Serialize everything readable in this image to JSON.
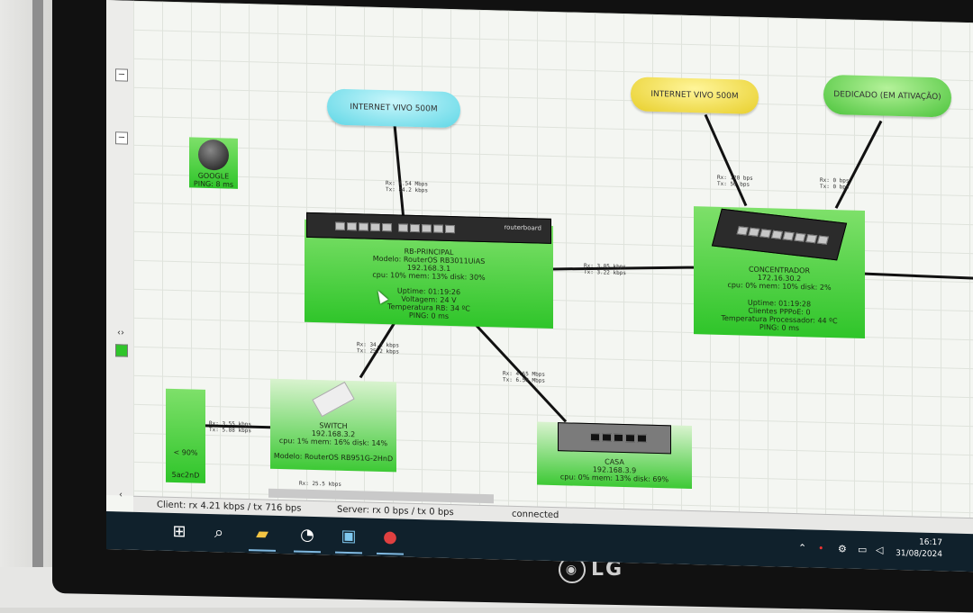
{
  "brand": {
    "logo": "LG"
  },
  "map": {
    "clouds": [
      {
        "id": "vivo1",
        "label": "INTERNET VIVO 500M",
        "color": "cyan"
      },
      {
        "id": "vivo2",
        "label": "INTERNET VIVO 500M",
        "color": "yellow"
      },
      {
        "id": "dedicado",
        "label": "DEDICADO (EM ATIVAÇÃO)",
        "color": "green"
      }
    ],
    "google": {
      "name": "GOOGLE",
      "ping": "PING: 8 ms"
    },
    "rb_principal": {
      "name": "RB-PRINCIPAL",
      "model": "Modelo: RouterOS RB3011UiAS",
      "ip": "192.168.3.1",
      "usage": "cpu: 10% mem: 13% disk: 30%",
      "uptime": "Uptime: 01:19:26",
      "voltage": "Voltagem: 24 V",
      "temp": "Temperatura RB: 34 ºC",
      "ping": "PING: 0 ms",
      "device_label": "routerboard"
    },
    "concentrador": {
      "name": "CONCENTRADOR",
      "ip": "172.16.30.2",
      "usage": "cpu: 0% mem: 10% disk: 2%",
      "uptime": "Uptime: 01:19:28",
      "clients": "Clientes PPPoE: 0",
      "temp": "Temperatura Processador: 44 ºC",
      "ping": "PING: 0 ms"
    },
    "switch": {
      "name": "SWITCH",
      "ip": "192.168.3.2",
      "usage": "cpu: 1% mem: 16% disk: 14%",
      "model": "Modelo: RouterOS RB951G-2HnD"
    },
    "casa": {
      "name": "CASA",
      "ip": "192.168.3.9",
      "usage": "cpu: 0% mem: 13% disk: 69%"
    },
    "partial_node": {
      "line1": "< 90%",
      "line2": "5ac2nD"
    },
    "link_stats": {
      "vivo1": "Rx: 4.54 Mbps\nTx: 84.2 kbps",
      "vivo2": "Rx: 120 bps\nTx: 50 bps",
      "dedicado": "Rx: 0 bps\nTx: 0 bps",
      "rb_conc": "Rx: 3.05 kbps\nTx: 3.22 kbps",
      "rb_switch": "Rx: 34.1 kbps\nTx: 25.2 kbps",
      "rb_casa": "Rx: 4.55 Mbps\nTx: 6.58 Mbps",
      "switch_left": "Rx: 3.55 kbps\nTx: 5.88 kbps",
      "switch_bottom": "Rx: 25.5 kbps"
    }
  },
  "statusbar": {
    "client": "Client: rx 4.21 kbps / tx 716 bps",
    "server": "Server: rx 0 bps / tx 0 bps",
    "state": "connected"
  },
  "taskbar": {
    "time": "16:17",
    "date": "31/08/2024",
    "icons": [
      "windows-icon",
      "search-icon",
      "file-explorer-icon",
      "speedometer-icon",
      "app-window-icon",
      "network-map-icon"
    ]
  }
}
